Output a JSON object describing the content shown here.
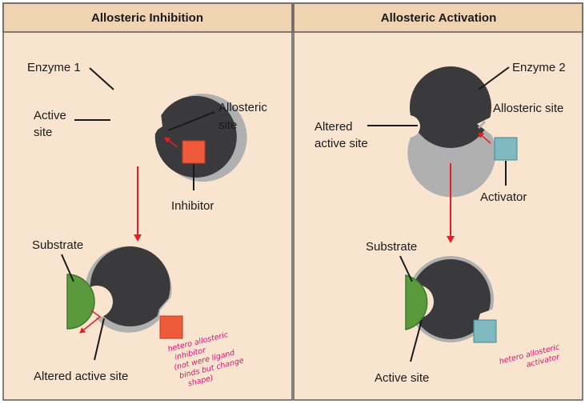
{
  "panels": [
    {
      "header": "Allosteric Inhibition",
      "labels": {
        "enzyme": "Enzyme 1",
        "active_site_line1": "Active",
        "active_site_line2": "site",
        "allosteric_line1": "Allosteric",
        "allosteric_line2": "site",
        "effector": "Inhibitor",
        "substrate": "Substrate",
        "altered_active_site": "Altered active site"
      },
      "annotation": [
        "hetero allosteric",
        "inhibitor",
        "(not were ligand",
        "binds but change",
        "shape)"
      ]
    },
    {
      "header": "Allosteric Activation",
      "labels": {
        "enzyme": "Enzyme 2",
        "allosteric": "Allosteric site",
        "altered_line1": "Altered",
        "altered_line2": "active site",
        "effector": "Activator",
        "substrate": "Substrate",
        "active_site": "Active site"
      },
      "annotation": [
        "hetero allosteric",
        "activator"
      ]
    }
  ],
  "colors": {
    "panel_background": "#f9e5cf",
    "header_background": "#f0d3b0",
    "border": "#5a5a5a",
    "enzyme": "#3a3a3c",
    "enzyme_outline": "#b0b0b0",
    "inhibitor": "#ee5a3a",
    "activator": "#7fb8bf",
    "substrate": "#5a9a3c",
    "arrow": "#e41e26",
    "annotation": "#d6157a"
  }
}
